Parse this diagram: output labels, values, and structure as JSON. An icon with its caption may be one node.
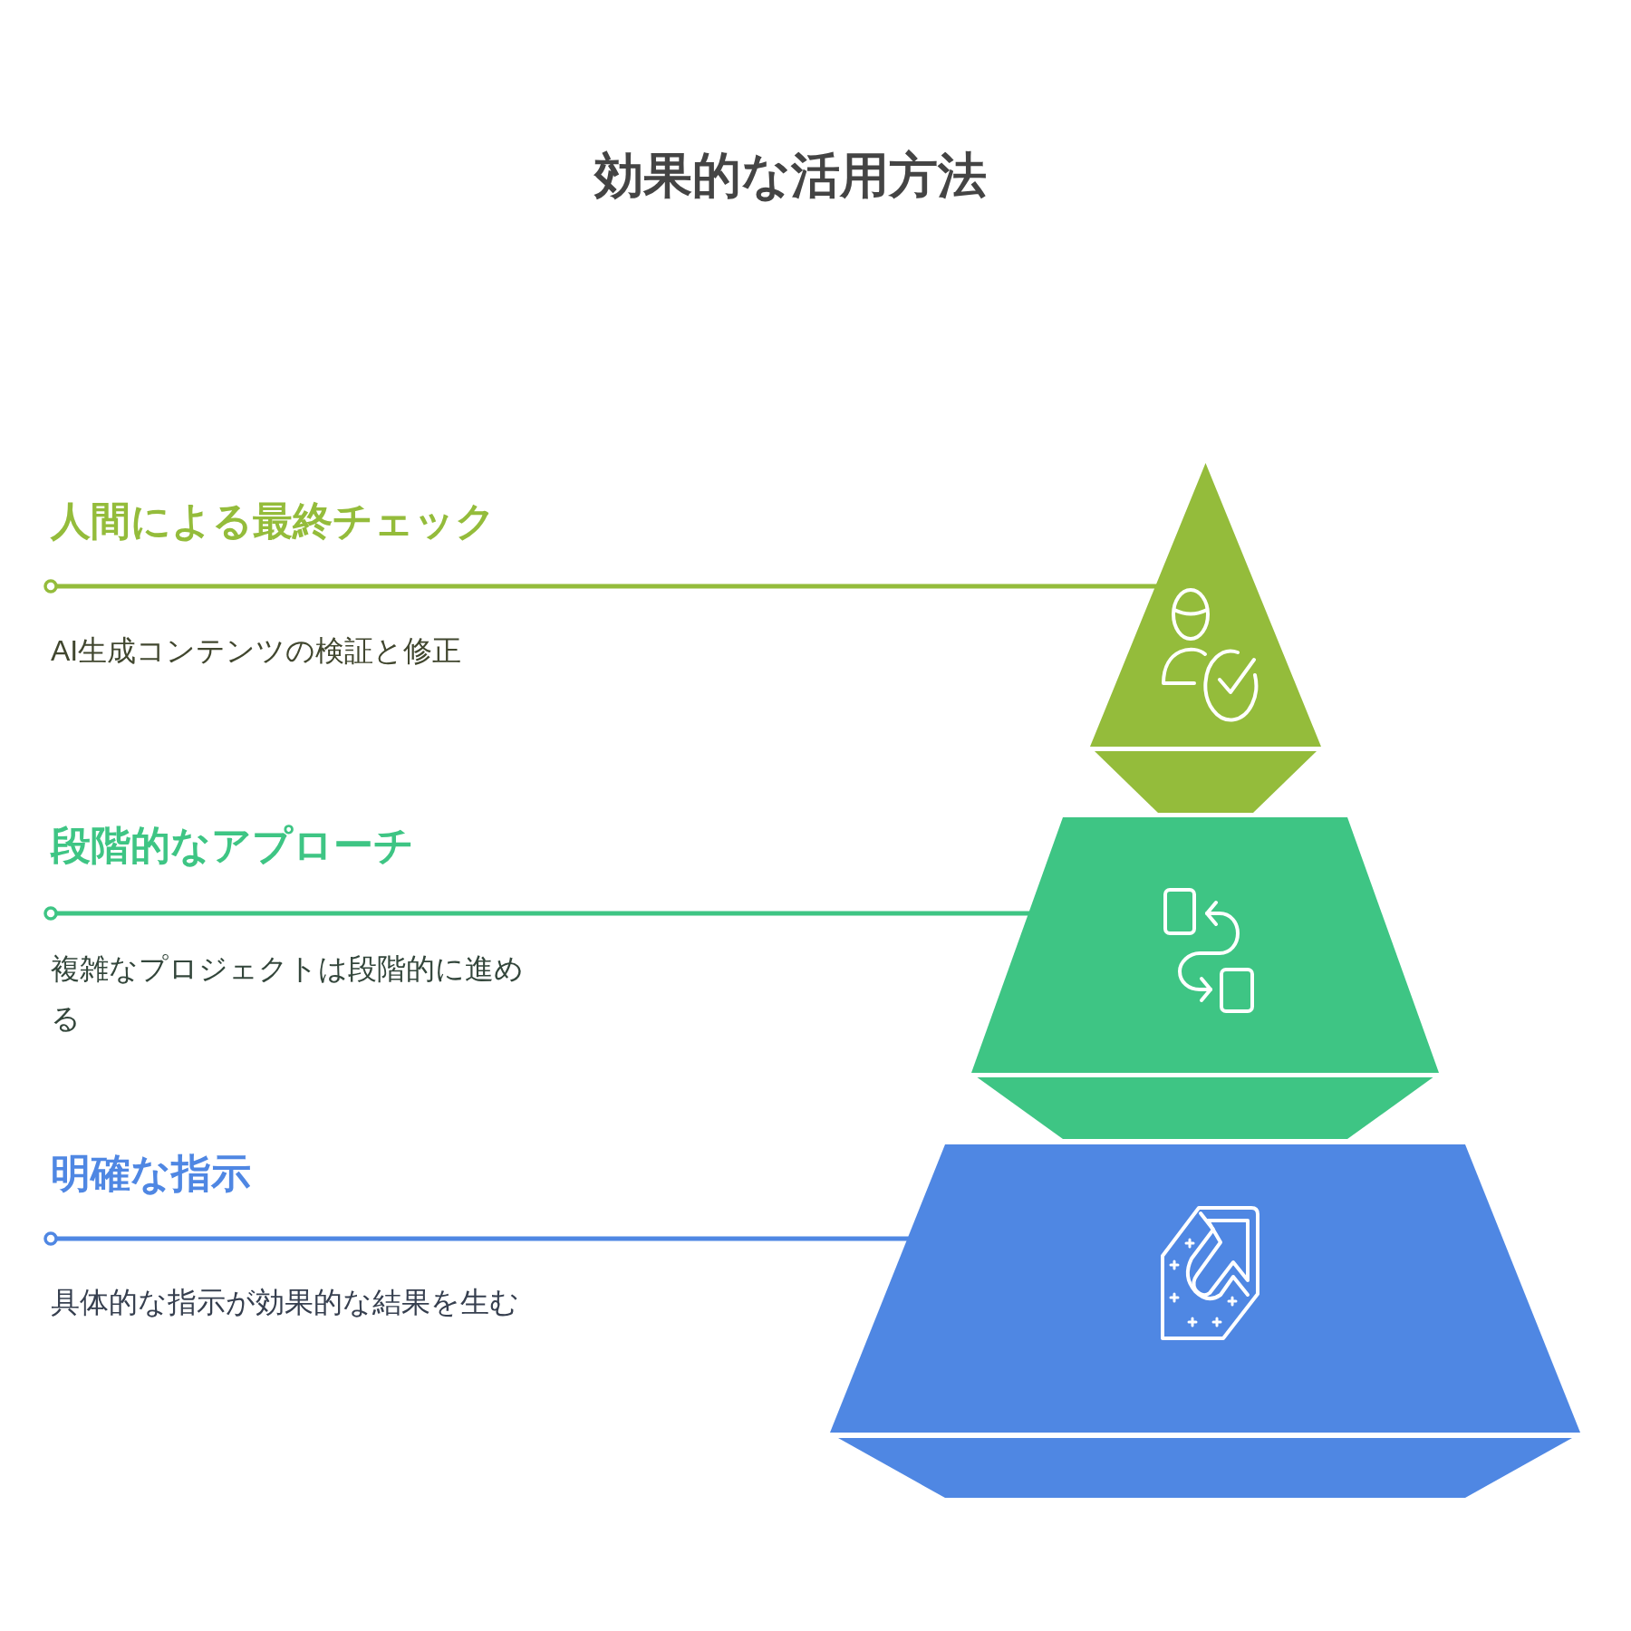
{
  "diagram": {
    "title": "効果的な活用方法",
    "nodes": [
      {
        "text": [
          "人間による最終チェック",
          "AI生成コンテンツの検証と修正"
        ]
      },
      {
        "text": [],
        "shape": "triangle"
      },
      {
        "text": [
          "段階的なアプローチ",
          "複雑なプロジェクトは段階的に進める"
        ]
      },
      {
        "text": [],
        "shape": "trapezoid"
      },
      {
        "text": [
          "明確な指示",
          "具体的な指示が効果的な結果を生む"
        ]
      },
      {
        "text": [],
        "shape": "trapezoid"
      }
    ],
    "edges": [
      {
        "from": 0,
        "to": 1,
        "arrow": "other",
        "color": "#94bc3b"
      },
      {
        "from": 2,
        "to": 3,
        "arrow": "other",
        "color": "#3ec584"
      },
      {
        "from": 4,
        "to": 5,
        "arrow": "other",
        "color": "#4f87e3"
      }
    ]
  }
}
